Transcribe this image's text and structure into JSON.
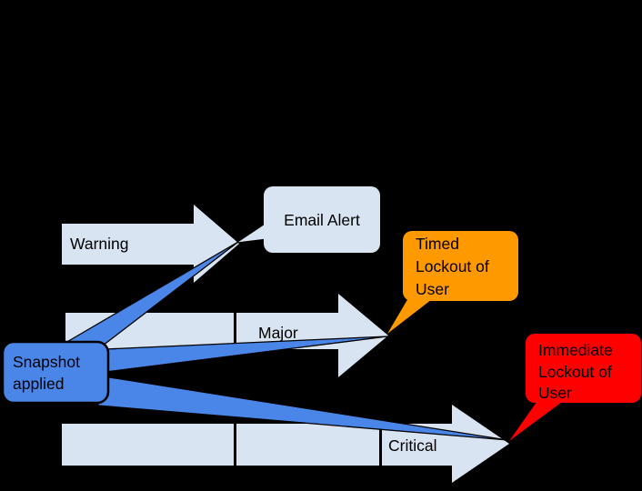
{
  "colors": {
    "background": "#000000",
    "light_blue": "#d8e4f1",
    "accent_blue": "#4a86e8",
    "orange": "#ff9900",
    "red": "#fe0000",
    "text": "#000000"
  },
  "arrows": [
    {
      "label": "Warning"
    },
    {
      "label": "Major"
    },
    {
      "label": "Critical"
    }
  ],
  "callouts": {
    "email": {
      "lines": [
        "Email Alert"
      ]
    },
    "timed": {
      "lines": [
        "Timed",
        "Lockout of",
        "User"
      ]
    },
    "immediate": {
      "lines": [
        "Immediate",
        "Lockout of",
        "User"
      ]
    }
  },
  "source_box": {
    "lines": [
      "Snapshot",
      "applied"
    ]
  }
}
